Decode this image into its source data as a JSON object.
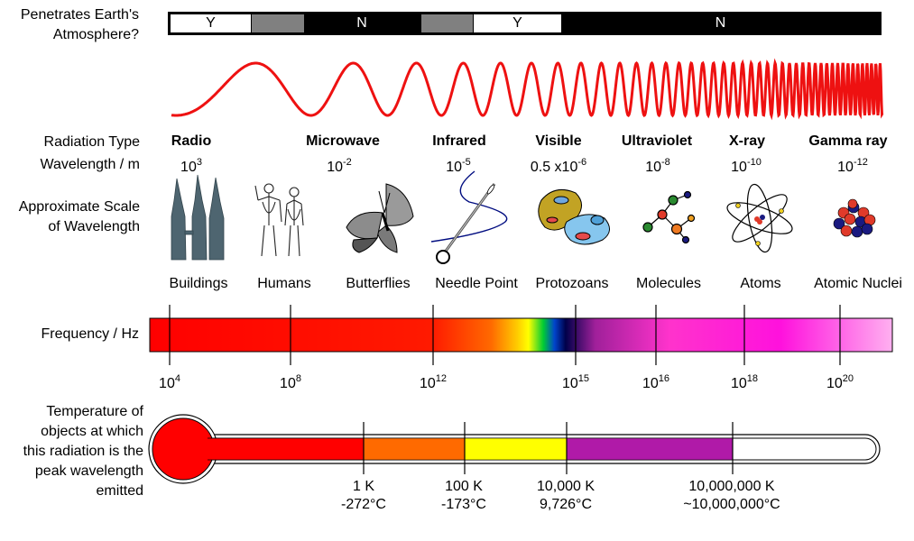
{
  "labels": {
    "atmosphere": "Penetrates Earth's\nAtmosphere?",
    "radiation_type": "Radiation Type",
    "wavelength": "Wavelength / m",
    "scale": "Approximate Scale\nof Wavelength",
    "frequency": "Frequency / Hz",
    "temperature": "Temperature of\nobjects at which\nthis radiation is the\npeak wavelength\nemitted"
  },
  "atmosphere_bar": [
    {
      "text": "Y",
      "fill": "#ffffff"
    },
    {
      "text": "",
      "fill": "#808080"
    },
    {
      "text": "N",
      "fill": "#000000"
    },
    {
      "text": "",
      "fill": "#808080"
    },
    {
      "text": "Y",
      "fill": "#ffffff"
    },
    {
      "text": "N",
      "fill": "#000000"
    }
  ],
  "bands": [
    {
      "type": "Radio",
      "wl_base": "10",
      "wl_exp": "3",
      "scale": "Buildings",
      "icon": "buildings-icon"
    },
    {
      "type": "Microwave",
      "wl_base": "10",
      "wl_exp": "-2",
      "scale": "Humans",
      "icon": "humans-icon"
    },
    {
      "type": "Infrared",
      "wl_base": "10",
      "wl_exp": "-5",
      "scale": "Butterflies",
      "icon": "butterfly-icon"
    },
    {
      "type": "Visible",
      "wl_base": "0.5 x10",
      "wl_exp": "-6",
      "scale": "Needle Point",
      "icon": "needle-icon"
    },
    {
      "type": "Ultraviolet",
      "wl_base": "10",
      "wl_exp": "-8",
      "scale": "Protozoans",
      "icon": "protozoan-icon"
    },
    {
      "type": "X-ray",
      "wl_base": "10",
      "wl_exp": "-10",
      "scale": "Molecules",
      "icon": "molecule-icon"
    },
    {
      "type": "Gamma ray",
      "wl_base": "10",
      "wl_exp": "-12",
      "scale": "Atoms",
      "icon": "atom-icon"
    },
    {
      "type": "",
      "wl_base": "",
      "wl_exp": "",
      "scale": "Atomic Nuclei",
      "icon": "nucleus-icon"
    }
  ],
  "frequency_ticks": [
    {
      "base": "10",
      "exp": "4"
    },
    {
      "base": "10",
      "exp": "8"
    },
    {
      "base": "10",
      "exp": "12"
    },
    {
      "base": "10",
      "exp": "15"
    },
    {
      "base": "10",
      "exp": "16"
    },
    {
      "base": "10",
      "exp": "18"
    },
    {
      "base": "10",
      "exp": "20"
    }
  ],
  "temperature_ticks": [
    {
      "kelvin": "1 K",
      "celsius": "-272°C"
    },
    {
      "kelvin": "100 K",
      "celsius": "-173°C"
    },
    {
      "kelvin": "10,000 K",
      "celsius": "9,726°C"
    },
    {
      "kelvin": "10,000,000 K",
      "celsius": "~10,000,000°C"
    }
  ],
  "colors": {
    "wave": "#ee1111",
    "radio": "#ff0000",
    "infrared": "#ff6a00",
    "visible": "#ffff00",
    "ultraviolet": "#b01aa8",
    "thermometer_bulb": "#ff0000"
  }
}
